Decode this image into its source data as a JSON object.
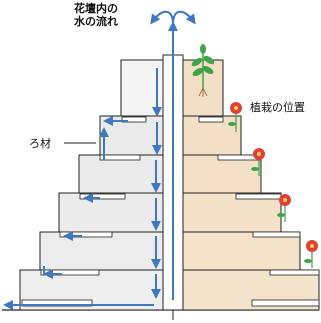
{
  "labels": {
    "water_flow_line1": "花壇内の",
    "water_flow_line2": "水の流れ",
    "filter_media": "ろ材",
    "planting_position": "植栽の位置"
  },
  "colors": {
    "water_arrow": "#3f78bf",
    "soil_fill": "#f3e1c9",
    "gravel_fill": "#eaeaea",
    "outline": "#222222",
    "flower_petal": "#e0403a",
    "leaf": "#3fa34a"
  },
  "icons": [
    "flower-icon",
    "sprout-icon"
  ]
}
